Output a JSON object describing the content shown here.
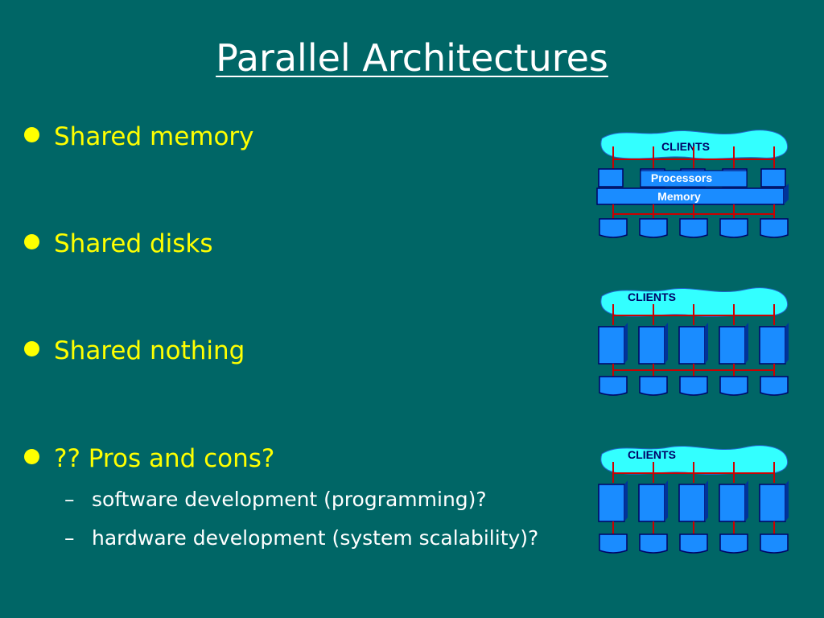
{
  "slide": {
    "title": "Parallel Architectures",
    "bullets": [
      {
        "text": "Shared memory"
      },
      {
        "text": "Shared disks"
      },
      {
        "text": "Shared nothing"
      },
      {
        "text": "?? Pros and cons?",
        "subitems": [
          "software development (programming)?",
          "hardware development (system scalability)?"
        ]
      }
    ]
  },
  "diagrams": {
    "shared_memory": {
      "clients": "CLIENTS",
      "processors": "Processors",
      "memory": "Memory"
    },
    "shared_disks": {
      "clients": "CLIENTS"
    },
    "shared_nothing": {
      "clients": "CLIENTS"
    }
  },
  "colors": {
    "background": "#006666",
    "bullet_text": "#ffff00",
    "title_text": "#ffffff",
    "cloud": "#33ffff",
    "unit_fill": "#1a8cff",
    "bus_line": "#cc0000"
  }
}
